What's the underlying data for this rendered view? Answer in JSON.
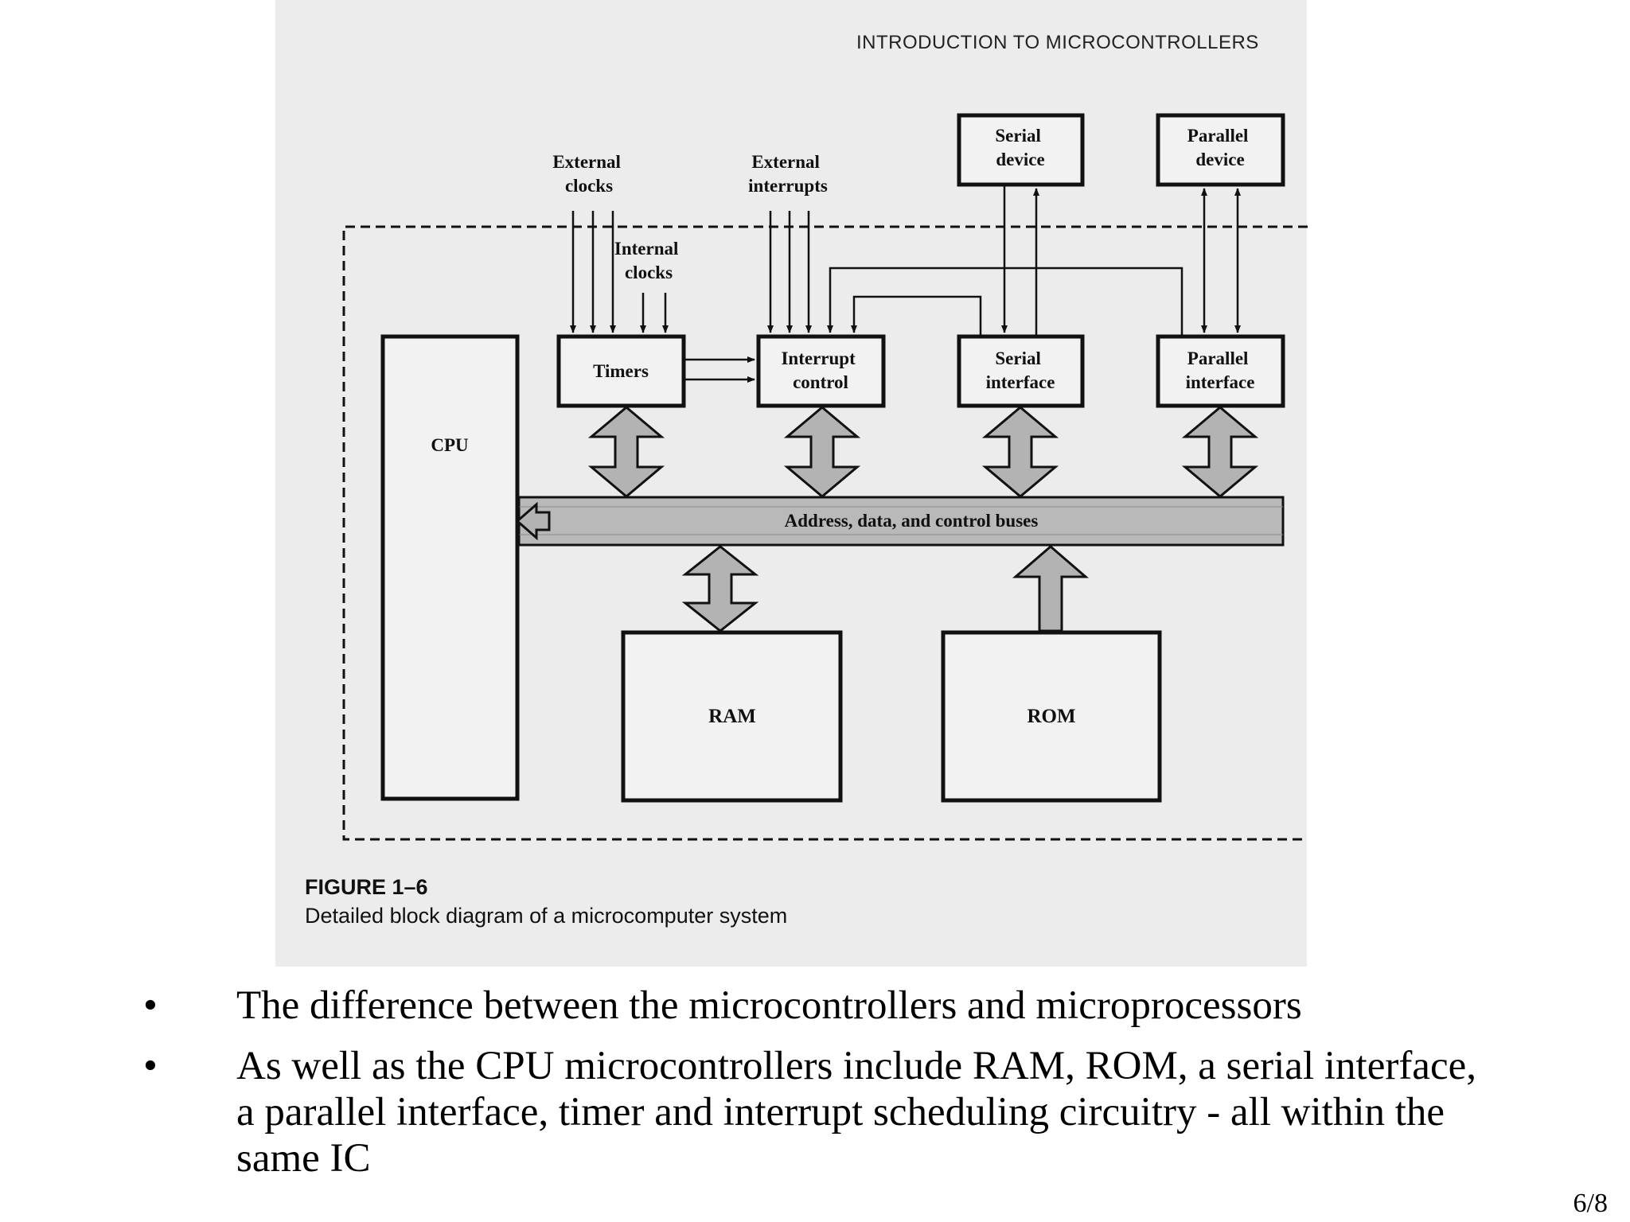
{
  "header": {
    "running_head": "INTRODUCTION TO MICROCONTROLLERS"
  },
  "diagram": {
    "external_clocks": [
      "External",
      "clocks"
    ],
    "external_interrupts": [
      "External",
      "interrupts"
    ],
    "internal_clocks": [
      "Internal",
      "clocks"
    ],
    "serial_device": [
      "Serial",
      "device"
    ],
    "parallel_device": [
      "Parallel",
      "device"
    ],
    "cpu": "CPU",
    "timers": "Timers",
    "interrupt_control": [
      "Interrupt",
      "control"
    ],
    "serial_interface": [
      "Serial",
      "interface"
    ],
    "parallel_interface": [
      "Parallel",
      "interface"
    ],
    "bus": "Address, data, and control buses",
    "ram": "RAM",
    "rom": "ROM"
  },
  "figure": {
    "number": "FIGURE 1–6",
    "caption": "Detailed block diagram of a microcomputer system"
  },
  "bullets": [
    {
      "symbol": "•",
      "text": "The difference between the microcontrollers and microprocessors"
    },
    {
      "symbol": "•",
      "text": "As well as the CPU microcontrollers include RAM, ROM, a serial interface, a  parallel interface, timer and interrupt scheduling circuitry - all within the same IC"
    }
  ],
  "page_number": "6/8",
  "colors": {
    "bus_fill": "#b9b9b9",
    "arrow_fill": "#b3b3b3",
    "ink": "#111111",
    "scan_background": "#ececec"
  }
}
